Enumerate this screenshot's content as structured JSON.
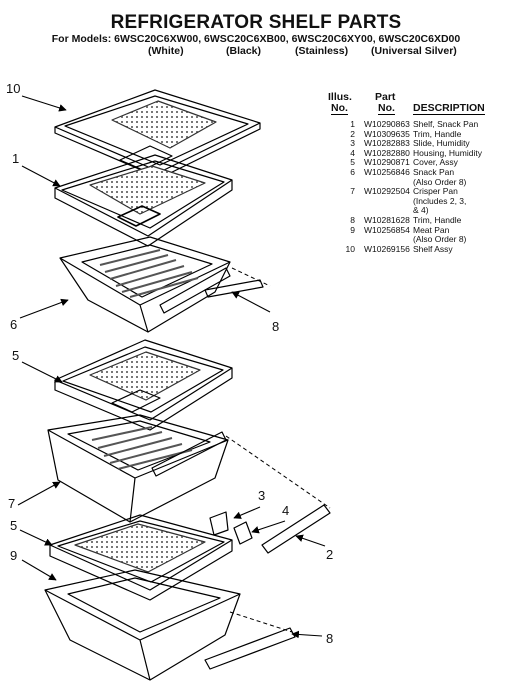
{
  "title": "REFRIGERATOR SHELF PARTS",
  "models_line": "For Models: 6WSC20C6XW00, 6WSC20C6XB00, 6WSC20C6XY00, 6WSC20C6XD00",
  "finishes": [
    "(White)",
    "(Black)",
    "(Stainless)",
    "(Universal Silver)"
  ],
  "table": {
    "headers": {
      "illus_1": "Illus.",
      "illus_2": "No.",
      "part_1": "Part",
      "part_2": "No.",
      "description": "DESCRIPTION"
    },
    "rows": [
      {
        "num": "1",
        "part": "W10290863",
        "desc": [
          "Shelf, Snack Pan"
        ]
      },
      {
        "num": "2",
        "part": "W10309635",
        "desc": [
          "Trim, Handle"
        ]
      },
      {
        "num": "3",
        "part": "W10282883",
        "desc": [
          "Slide, Humidity"
        ]
      },
      {
        "num": "4",
        "part": "W10282880",
        "desc": [
          "Housing, Humidity"
        ]
      },
      {
        "num": "5",
        "part": "W10290871",
        "desc": [
          "Cover, Assy"
        ]
      },
      {
        "num": "6",
        "part": "W10256846",
        "desc": [
          "Snack Pan",
          "(Also Order 8)"
        ]
      },
      {
        "num": "7",
        "part": "W10292504",
        "desc": [
          "Crisper Pan",
          "(Includes 2, 3,",
          "& 4)"
        ]
      },
      {
        "num": "8",
        "part": "W10281628",
        "desc": [
          "Trim, Handle"
        ]
      },
      {
        "num": "9",
        "part": "W10256854",
        "desc": [
          "Meat Pan",
          "(Also Order 8)"
        ]
      },
      {
        "num": "10",
        "part": "W10269156",
        "desc": [
          "Shelf Assy"
        ]
      }
    ]
  },
  "callouts": [
    "10",
    "1",
    "6",
    "8",
    "5",
    "7",
    "3",
    "4",
    "5",
    "9",
    "2",
    "8"
  ]
}
